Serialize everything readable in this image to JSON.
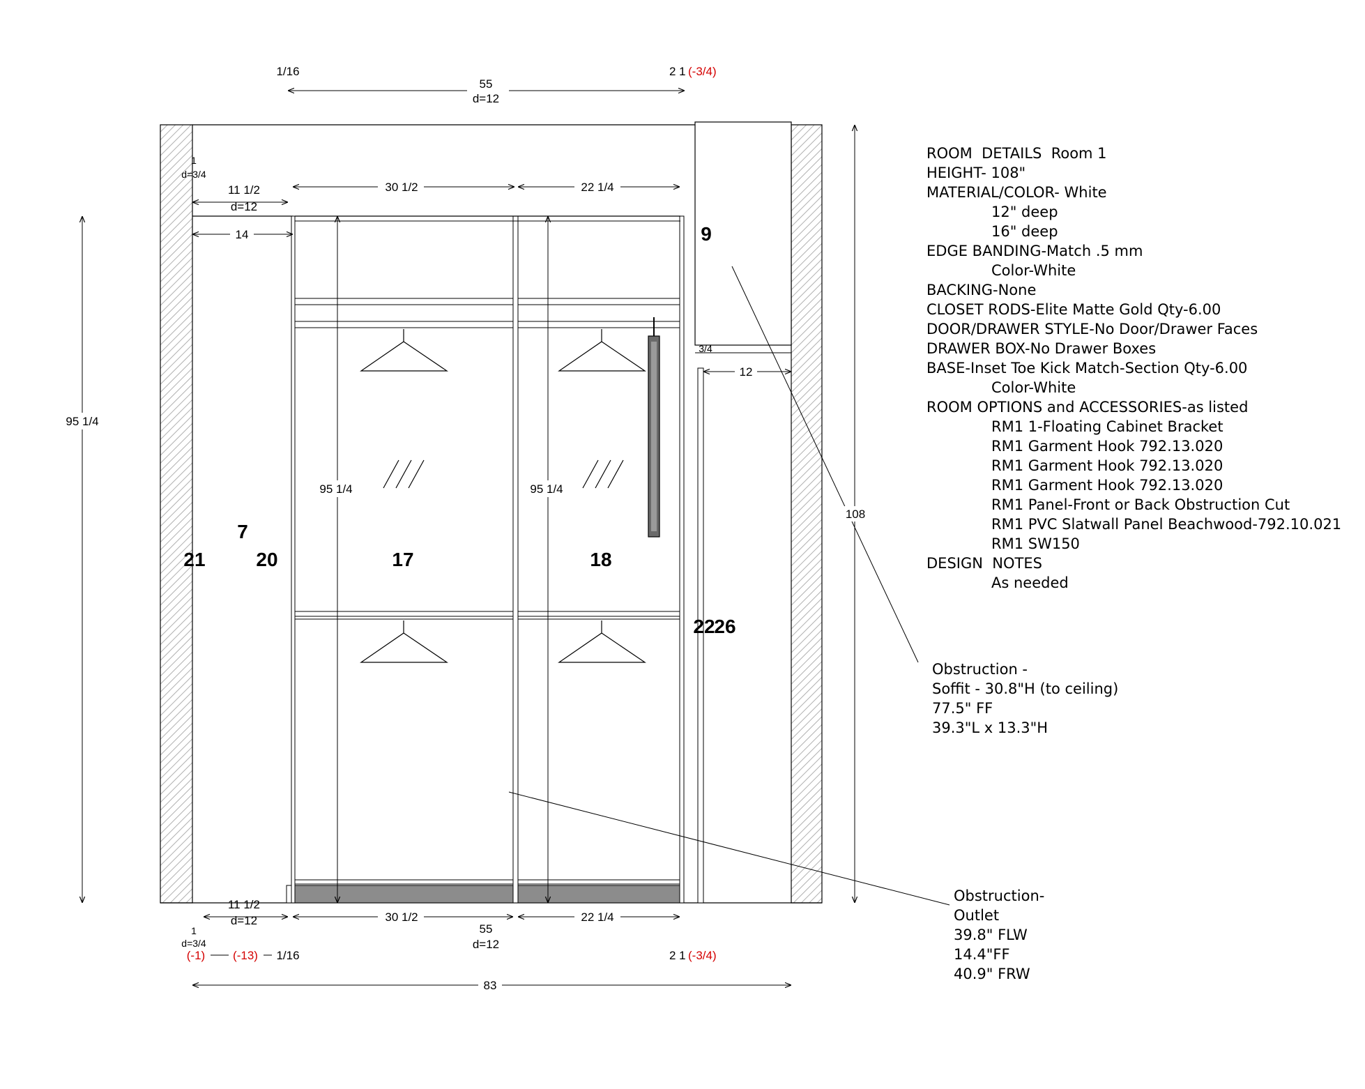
{
  "room_details": {
    "header": "ROOM  DETAILS  Room 1",
    "height": "HEIGHT- 108\"",
    "material": "MATERIAL/COLOR- White",
    "depth_12": "12\" deep",
    "depth_16": "16\" deep",
    "edge_banding": "EDGE BANDING-Match .5 mm",
    "edge_color": "Color-White",
    "backing": "BACKING-None",
    "closet_rods": "CLOSET RODS-Elite Matte Gold Qty-6.00",
    "door_style": "DOOR/DRAWER STYLE-No Door/Drawer Faces",
    "drawer_box": "DRAWER BOX-No Drawer Boxes",
    "base": "BASE-Inset Toe Kick Match-Section Qty-6.00",
    "base_color": "Color-White",
    "options_header": "ROOM OPTIONS and ACCESSORIES-as listed",
    "options": [
      "RM1 1-Floating Cabinet Bracket",
      "RM1 Garment Hook 792.13.020",
      "RM1 Garment Hook 792.13.020",
      "RM1 Garment Hook 792.13.020",
      "RM1 Panel-Front or Back Obstruction Cut",
      "RM1 PVC Slatwall Panel Beachwood-792.10.021",
      "RM1 SW150"
    ],
    "design_notes_header": "DESIGN  NOTES",
    "design_notes": "As needed"
  },
  "obstructions": {
    "soffit": [
      "Obstruction -",
      "Soffit - 30.8\"H (to ceiling)",
      "77.5\" FF",
      "39.3\"L x 13.3\"H"
    ],
    "outlet": [
      "Obstruction-",
      "Outlet",
      "39.8\" FLW",
      "14.4\"FF",
      "40.9\" FRW"
    ]
  },
  "dimensions": {
    "top_left_fraction": "1/16",
    "top_width": "55",
    "top_depth": "d=12",
    "top_right_a": "2 1",
    "top_right_b": "(-3/4)",
    "left_panel_1": "1",
    "left_panel_d": "d=3/4",
    "left_section_w": "11 1/2",
    "left_section_d": "d=12",
    "section17_w": "30 1/2",
    "section18_w": "22 1/4",
    "left_depth_14": "14",
    "left_height": "95 1/4",
    "section17_h": "95 1/4",
    "section18_h": "95 1/4",
    "right_height": "108",
    "soffit_gap": "3/4",
    "right_depth": "12",
    "bottom_left_w": "11 1/2",
    "bottom_left_d": "d=12",
    "bottom_17_w": "30 1/2",
    "bottom_18_w": "22 1/4",
    "bottom_width": "55",
    "bottom_depth": "d=12",
    "bottom_panel_1": "1",
    "bottom_panel_d": "d=3/4",
    "bottom_red_1": "(-1)",
    "bottom_red_2": "(-13)",
    "bottom_fraction": "1/16",
    "bottom_right_a": "2 1",
    "bottom_right_b": "(-3/4)",
    "overall_width": "83"
  },
  "section_labels": {
    "s21": "21",
    "s20": "20",
    "s7": "7",
    "s17": "17",
    "s18": "18",
    "s9": "9",
    "s22": "22",
    "s26": "26"
  },
  "colors": {
    "line": "#000000",
    "red_dim": "#d40000",
    "toe_kick": "#8c8c8c",
    "hatch": "#b0b0b0"
  }
}
